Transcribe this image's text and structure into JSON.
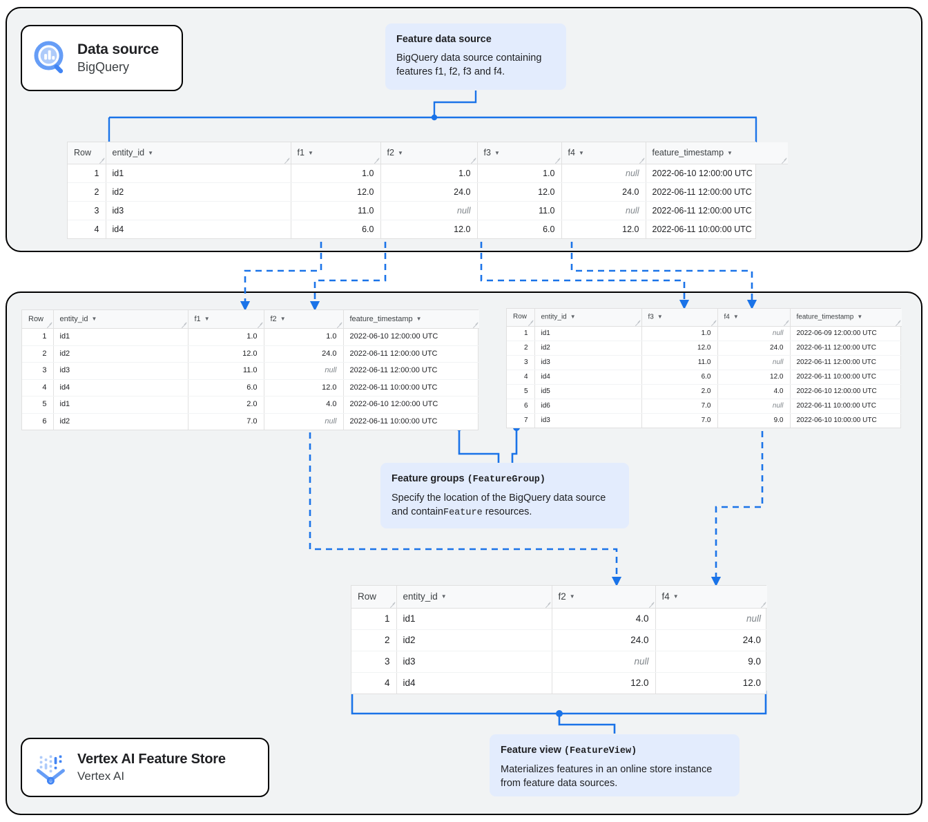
{
  "panels": {
    "data_source": {
      "name": "Data source panel"
    },
    "feature_store": {
      "name": "Vertex AI Feature Store panel"
    }
  },
  "chips": [
    {
      "id": "data-source",
      "title": "Data source",
      "subtitle": "BigQuery",
      "icon": "bigquery-search-icon"
    },
    {
      "id": "feature-store",
      "title": "Vertex AI Feature Store",
      "subtitle": "Vertex AI",
      "icon": "vertex-ai-icon"
    }
  ],
  "callouts": {
    "feature_data_source": {
      "title": "Feature data source",
      "body": "BigQuery data source containing features f1, f2, f3 and f4."
    },
    "feature_groups": {
      "title_text": "Feature groups ",
      "title_code": "(FeatureGroup)",
      "body_pre": "Specify the location of the BigQuery data source and contain",
      "body_code": "Feature",
      "body_post": " resources."
    },
    "feature_view": {
      "title_text": "Feature view ",
      "title_code": "(FeatureView)",
      "body": "Materializes features in an online store instance from feature data sources."
    }
  },
  "tables": {
    "source": {
      "name": "BigQuery source table",
      "columns": [
        "Row",
        "entity_id",
        "f1",
        "f2",
        "f3",
        "f4",
        "feature_timestamp"
      ],
      "rows": [
        [
          "1",
          "id1",
          "1.0",
          "1.0",
          "1.0",
          "null",
          "2022-06-10 12:00:00 UTC"
        ],
        [
          "2",
          "id2",
          "12.0",
          "24.0",
          "12.0",
          "24.0",
          "2022-06-11 12:00:00 UTC"
        ],
        [
          "3",
          "id3",
          "11.0",
          "null",
          "11.0",
          "null",
          "2022-06-11 12:00:00 UTC"
        ],
        [
          "4",
          "id4",
          "6.0",
          "12.0",
          "6.0",
          "12.0",
          "2022-06-11 10:00:00 UTC"
        ]
      ]
    },
    "feature_group_1": {
      "name": "Feature group table f1 f2",
      "columns": [
        "Row",
        "entity_id",
        "f1",
        "f2",
        "feature_timestamp"
      ],
      "rows": [
        [
          "1",
          "id1",
          "1.0",
          "1.0",
          "2022-06-10 12:00:00 UTC"
        ],
        [
          "2",
          "id2",
          "12.0",
          "24.0",
          "2022-06-11 12:00:00 UTC"
        ],
        [
          "3",
          "id3",
          "11.0",
          "null",
          "2022-06-11 12:00:00 UTC"
        ],
        [
          "4",
          "id4",
          "6.0",
          "12.0",
          "2022-06-11 10:00:00 UTC"
        ],
        [
          "5",
          "id1",
          "2.0",
          "4.0",
          "2022-06-10 12:00:00 UTC"
        ],
        [
          "6",
          "id2",
          "7.0",
          "null",
          "2022-06-11 10:00:00 UTC"
        ]
      ]
    },
    "feature_group_2": {
      "name": "Feature group table f3 f4",
      "columns": [
        "Row",
        "entity_id",
        "f3",
        "f4",
        "feature_timestamp"
      ],
      "rows": [
        [
          "1",
          "id1",
          "1.0",
          "null",
          "2022-06-09 12:00:00 UTC"
        ],
        [
          "2",
          "id2",
          "12.0",
          "24.0",
          "2022-06-11 12:00:00 UTC"
        ],
        [
          "3",
          "id3",
          "11.0",
          "null",
          "2022-06-11 12:00:00 UTC"
        ],
        [
          "4",
          "id4",
          "6.0",
          "12.0",
          "2022-06-11 10:00:00 UTC"
        ],
        [
          "5",
          "id5",
          "2.0",
          "4.0",
          "2022-06-10 12:00:00 UTC"
        ],
        [
          "6",
          "id6",
          "7.0",
          "null",
          "2022-06-11 10:00:00 UTC"
        ],
        [
          "7",
          "id3",
          "7.0",
          "9.0",
          "2022-06-10 10:00:00 UTC"
        ]
      ]
    },
    "feature_view": {
      "name": "Feature view table",
      "columns": [
        "Row",
        "entity_id",
        "f2",
        "f4"
      ],
      "rows": [
        [
          "1",
          "id1",
          "4.0",
          "null"
        ],
        [
          "2",
          "id2",
          "24.0",
          "24.0"
        ],
        [
          "3",
          "id3",
          "null",
          "9.0"
        ],
        [
          "4",
          "id4",
          "12.0",
          "12.0"
        ]
      ]
    }
  },
  "colors": {
    "accent_blue": "#1a73e8",
    "callout_bg": "#e3ecfd",
    "panel_bg": "#f1f3f4",
    "icon_blue": "#669df6",
    "icon_blue_dark": "#4285f4"
  }
}
